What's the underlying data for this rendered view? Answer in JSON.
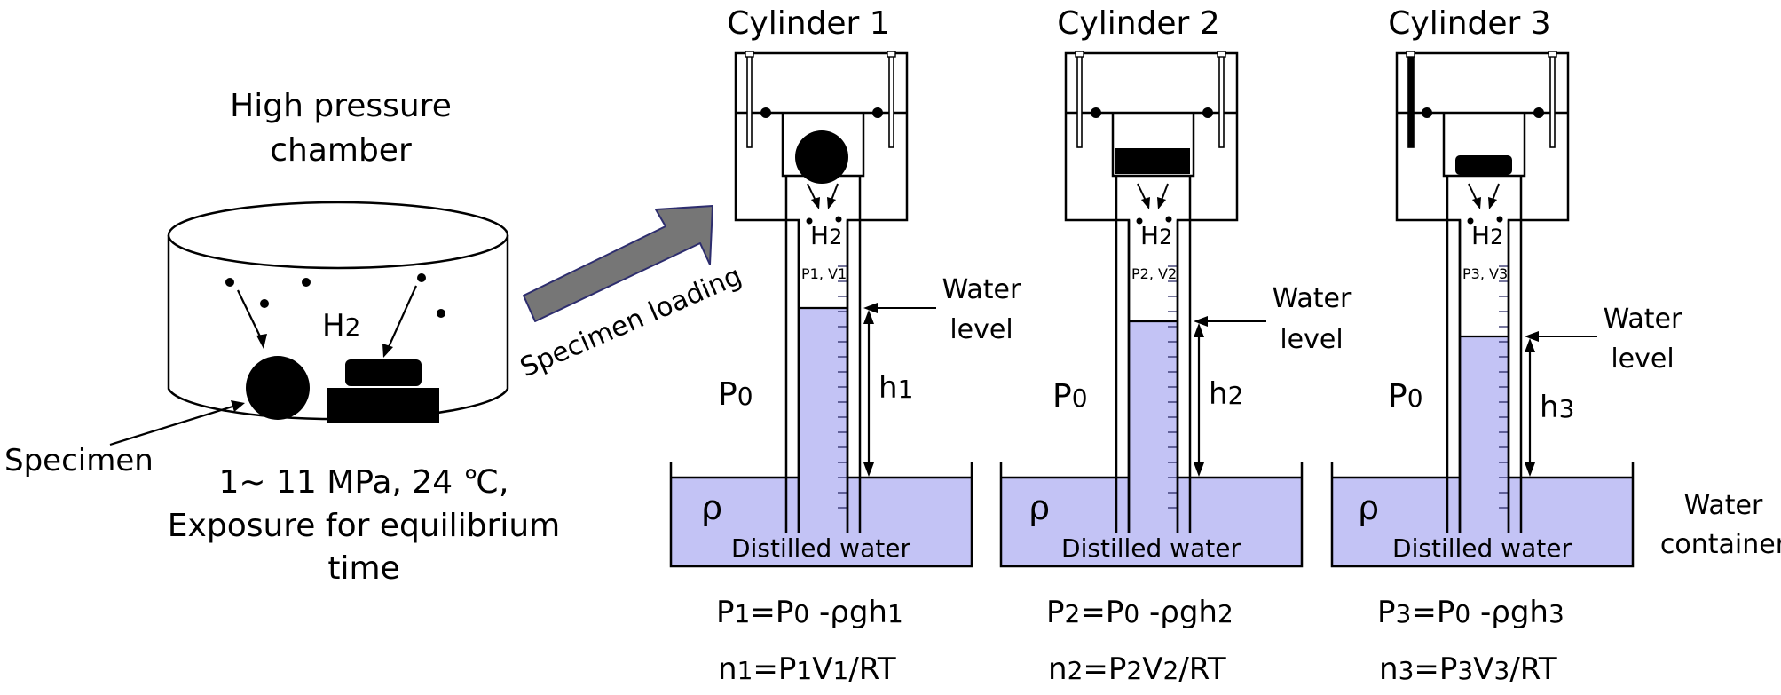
{
  "chamber": {
    "title_line1": "High pressure",
    "title_line2": "chamber",
    "gas": "H",
    "gas_sub": "2",
    "specimen_label": "Specimen",
    "condition_line1": "1~ 11 MPa, 24 ℃,",
    "condition_line2": "Exposure for equilibrium",
    "condition_line3": "time"
  },
  "arrow_label": "Specimen loading",
  "cylinders": [
    {
      "title": "Cylinder 1",
      "gas": "H",
      "gas_sub": "2",
      "pv": "P1, V1",
      "water_level_line1": "Water",
      "water_level_line2": "level",
      "h": "h",
      "h_sub": "1",
      "p0": "P",
      "p0_sub": "0",
      "rho": "ρ",
      "water": "Distilled water",
      "eq1": [
        "P",
        "1",
        "=P",
        "0",
        " -ρgh",
        "1"
      ],
      "eq2": [
        "n",
        "1",
        "=P",
        "1",
        "V",
        "1",
        "/RT"
      ]
    },
    {
      "title": "Cylinder 2",
      "gas": "H",
      "gas_sub": "2",
      "pv": "P2, V2",
      "water_level_line1": "Water",
      "water_level_line2": "level",
      "h": "h",
      "h_sub": "2",
      "p0": "P",
      "p0_sub": "0",
      "rho": "ρ",
      "water": "Distilled water",
      "eq1": [
        "P",
        "2",
        "=P",
        "0",
        " -ρgh",
        "2"
      ],
      "eq2": [
        "n",
        "2",
        "=P",
        "2",
        "V",
        "2",
        "/RT"
      ]
    },
    {
      "title": "Cylinder 3",
      "gas": "H",
      "gas_sub": "2",
      "pv": "P3, V3",
      "water_level_line1": "Water",
      "water_level_line2": "level",
      "h": "h",
      "h_sub": "3",
      "p0": "P",
      "p0_sub": "0",
      "rho": "ρ",
      "water": "Distilled water",
      "eq1": [
        "P",
        "3",
        "=P",
        "0",
        " -ρgh",
        "3"
      ],
      "eq2": [
        "n",
        "3",
        "=P",
        "3",
        "V",
        "3",
        "/RT"
      ]
    }
  ],
  "container_label_line1": "Water",
  "container_label_line2": "container",
  "colors": {
    "water": "#c3c3f5",
    "arrow_fill": "#767676",
    "arrow_stroke": "#2d2d6e",
    "line": "#000000"
  }
}
